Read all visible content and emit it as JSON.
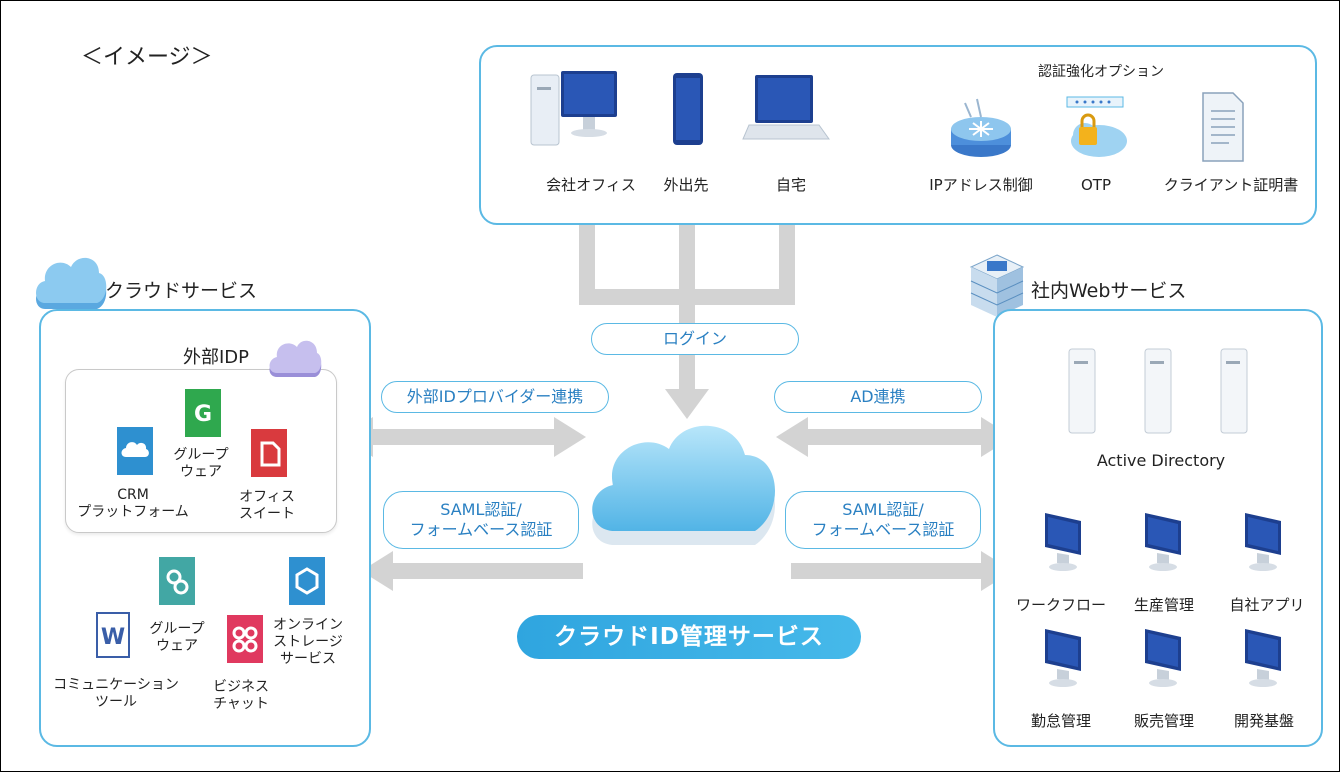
{
  "image_title": "＜イメージ＞",
  "access": {
    "locations": [
      "会社オフィス",
      "外出先",
      "自宅"
    ],
    "auth_options_title": "認証強化オプション",
    "auth_options": [
      "IPアドレス制御",
      "OTP",
      "クライアント証明書"
    ]
  },
  "flows": {
    "login": "ログイン",
    "idp_link": "外部IDプロバイダー連携",
    "saml_left": "SAML認証/\nフォームベース認証",
    "ad_link": "AD連携",
    "saml_right": "SAML認証/\nフォームベース認証"
  },
  "center": {
    "label": "クラウドID管理サービス"
  },
  "cloud_services": {
    "title": "クラウドサービス",
    "external_idp": {
      "title": "外部IDP",
      "apps": [
        "CRM\nプラットフォーム",
        "グループ\nウェア",
        "オフィス\nスイート"
      ]
    },
    "apps": [
      "コミュニケーション\nツール",
      "グループ\nウェア",
      "ビジネス\nチャット",
      "オンライン\nストレージ\nサービス"
    ]
  },
  "internal_services": {
    "title": "社内Webサービス",
    "directory": "Active Directory",
    "apps": [
      "ワークフロー",
      "生産管理",
      "自社アプリ",
      "勤怠管理",
      "販売管理",
      "開発基盤"
    ]
  },
  "colors": {
    "accent": "#5bb9e4",
    "banner": "#2fa5df",
    "arrow": "#d3d3d3",
    "pill_text": "#2a80c2"
  },
  "icons": [
    "desktop-pc-icon",
    "tablet-icon",
    "laptop-icon",
    "router-icon",
    "otp-lock-icon",
    "certificate-icon",
    "cloud-icon",
    "server-rack-icon",
    "server-tower-icon",
    "monitor-icon",
    "app-tile-icon",
    "word-icon"
  ]
}
